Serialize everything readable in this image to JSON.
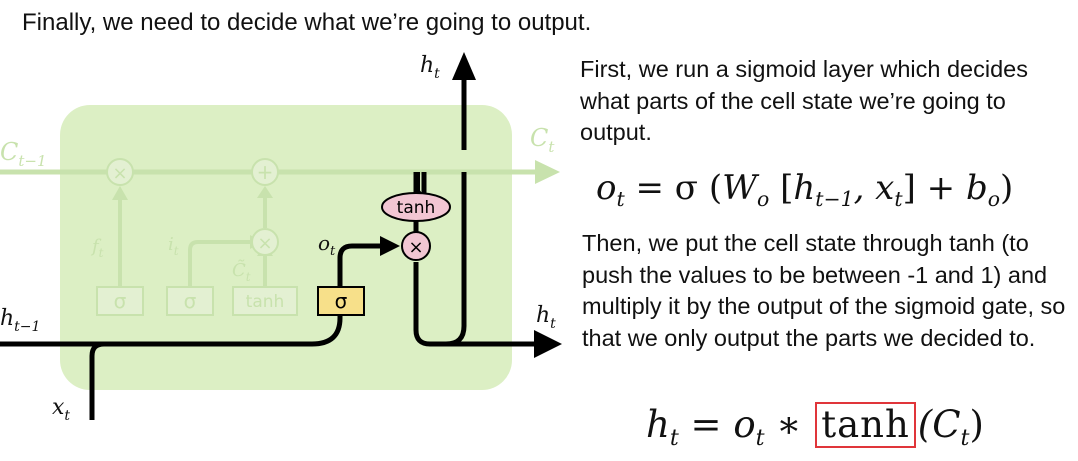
{
  "heading": "Finally, we need to decide what we’re going to output.",
  "paragraph1": "First, we run a sigmoid layer which decides what parts of the cell state we’re going to output.",
  "paragraph2": "Then, we put the cell state through tanh (to push the values to be between -1 and 1) and multiply it by the output of the sigmoid gate, so that we only output the parts we decided to.",
  "equation1": {
    "lhs": "o",
    "lhs_sub": "t",
    "eq": "= σ (",
    "w": "W",
    "w_sub": "o",
    "bracket_open": "[",
    "h": "h",
    "h_sub": "t−1",
    "comma_x": ", x",
    "x_sub": "t",
    "bracket_close": "]",
    "plus": "+",
    "b": "b",
    "b_sub": "o",
    "close": ")"
  },
  "equation2": {
    "lhs": "h",
    "lhs_sub": "t",
    "eq": "=",
    "o": "o",
    "o_sub": "t",
    "times": "∗",
    "tanh": "tanh",
    "arg": "(C",
    "arg_sub": "t",
    "close": ")"
  },
  "diagram": {
    "label_c_prev": "C",
    "label_c_prev_sub": "t−1",
    "label_c_t": "C",
    "label_c_t_sub": "t",
    "label_h_prev": "h",
    "label_h_prev_sub": "t−1",
    "label_h_top": "h",
    "label_h_top_sub": "t",
    "label_h_right": "h",
    "label_h_right_sub": "t",
    "label_x": "x",
    "label_x_sub": "t",
    "label_f": "f",
    "label_f_sub": "t",
    "label_i": "i",
    "label_i_sub": "t",
    "label_ctilde": "C̃",
    "label_ctilde_sub": "t",
    "label_o": "o",
    "label_o_sub": "t",
    "op_times": "×",
    "op_plus": "+",
    "gate_sigma": "σ",
    "gate_tanh": "tanh",
    "colors": {
      "cell_fill": "#dcefc4",
      "faded_line": "#c8e2ad",
      "faded_gate": "#e3f0d2",
      "active_gate": "#f7e08a",
      "tanh_op": "#f2c6d3",
      "highlight": "#e0353a",
      "arrow": "#000000"
    }
  }
}
